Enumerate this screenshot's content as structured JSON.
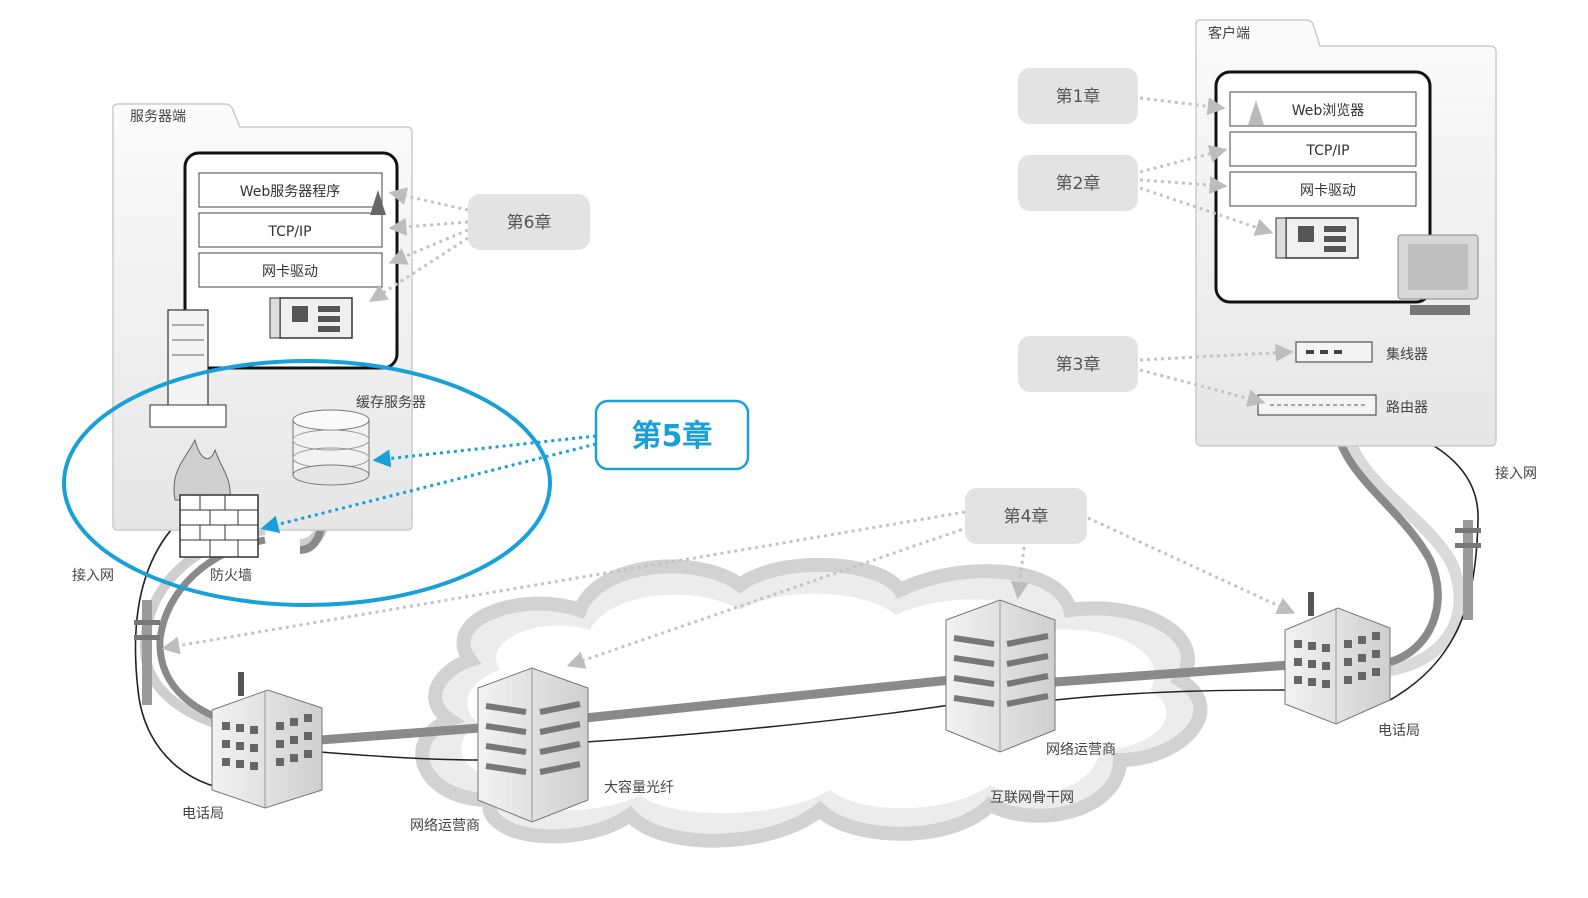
{
  "server": {
    "title": "服务器端",
    "stack": [
      "Web服务器程序",
      "TCP/IP",
      "网卡驱动"
    ],
    "cache_server": "缓存服务器",
    "firewall": "防火墙",
    "access_net": "接入网"
  },
  "client": {
    "title": "客户端",
    "stack": [
      "Web浏览器",
      "TCP/IP",
      "网卡驱动"
    ],
    "hub": "集线器",
    "router": "路由器",
    "access_net": "接入网"
  },
  "chapters": {
    "ch1": "第1章",
    "ch2": "第2章",
    "ch3": "第3章",
    "ch4": "第4章",
    "ch5": "第5章",
    "ch6": "第6章"
  },
  "internet": {
    "phone_office_left": "电话局",
    "phone_office_right": "电话局",
    "isp_left": "网络运营商",
    "isp_right": "网络运营商",
    "fiber": "大容量光纤",
    "backbone": "互联网骨干网"
  },
  "colors": {
    "accent": "#1aa0d8",
    "chapter_box": "#e3e3e3",
    "cable": "#8a8a8a"
  }
}
